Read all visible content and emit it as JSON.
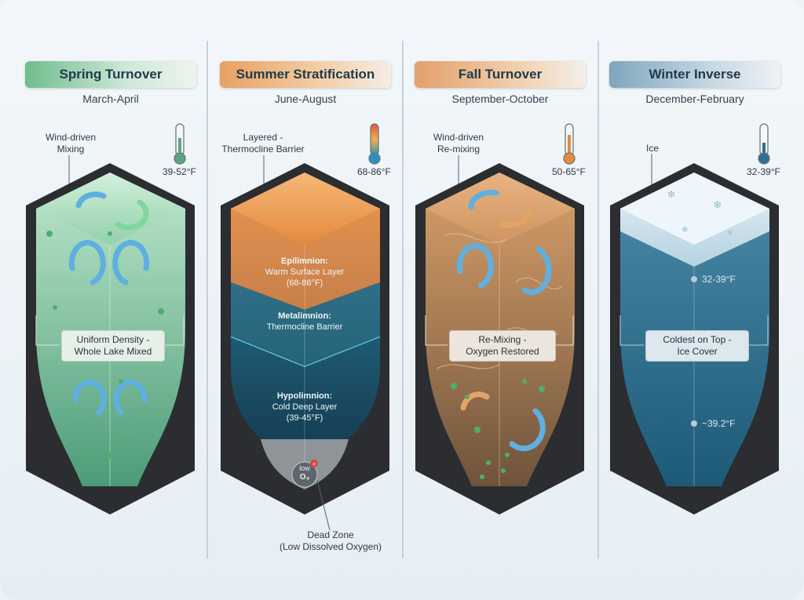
{
  "panels": [
    {
      "title": "Spring Turnover",
      "dates": "March-April",
      "callout": "Wind-driven\nMixing",
      "temp": "39-52°F",
      "box": "Uniform Density -\nWhole Lake Mixed",
      "colors": {
        "title": "#7fc39a",
        "water_top": "#b8e6c8",
        "water_bottom": "#4fa07a"
      }
    },
    {
      "title": "Summer Stratification",
      "dates": "June-August",
      "callout": "Layered -\nThermocline Barrier",
      "temp": "68-86°F",
      "layers": {
        "epi": {
          "name": "Epilimnion:",
          "desc": "Warm Surface Layer\n(68-86°F)"
        },
        "meta": {
          "name": "Metalimnion:",
          "desc": "Thermocline Barrier"
        },
        "hypo": {
          "name": "Hypolimnion:",
          "desc": "Cold Deep Layer\n(39-45°F)"
        }
      },
      "dead_zone": "Dead Zone\n(Low Dissolved Oxygen)",
      "o2_label": "low",
      "o2_symbol": "O₃",
      "colors": {
        "title": "#f0ac6a",
        "water_top": "#f3a45c",
        "water_bottom": "#1d5a74"
      }
    },
    {
      "title": "Fall Turnover",
      "dates": "September-October",
      "callout": "Wind-driven\nRe-mixing",
      "temp": "50-65°F",
      "box": "Re-Mixing -\nOxygen Restored",
      "colors": {
        "title": "#efb07a",
        "water_top": "#d99a64",
        "water_bottom": "#7a5a3c"
      }
    },
    {
      "title": "Winter Inverse",
      "dates": "December-February",
      "callout": "Ice",
      "temp": "32-39°F",
      "box": "Coldest on Top -\nIce Cover",
      "marker_top": "32-39°F",
      "marker_bottom": "~39.2°F",
      "colors": {
        "title": "#8fb1c6",
        "water_top": "#4b8aa6",
        "water_bottom": "#1b4f6a"
      }
    }
  ]
}
